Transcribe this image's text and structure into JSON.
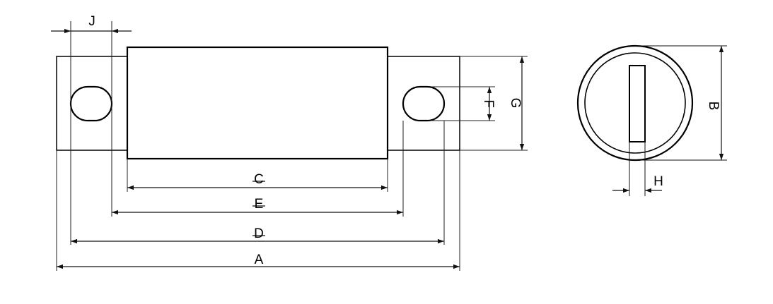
{
  "diagram": {
    "labels": {
      "a": "A",
      "b": "B",
      "c": "C",
      "d": "D",
      "e": "E",
      "f": "F",
      "g": "G",
      "h": "H",
      "j": "J"
    },
    "colors": {
      "line": "#000000",
      "dim_line": "#111111",
      "background": "#ffffff"
    }
  }
}
